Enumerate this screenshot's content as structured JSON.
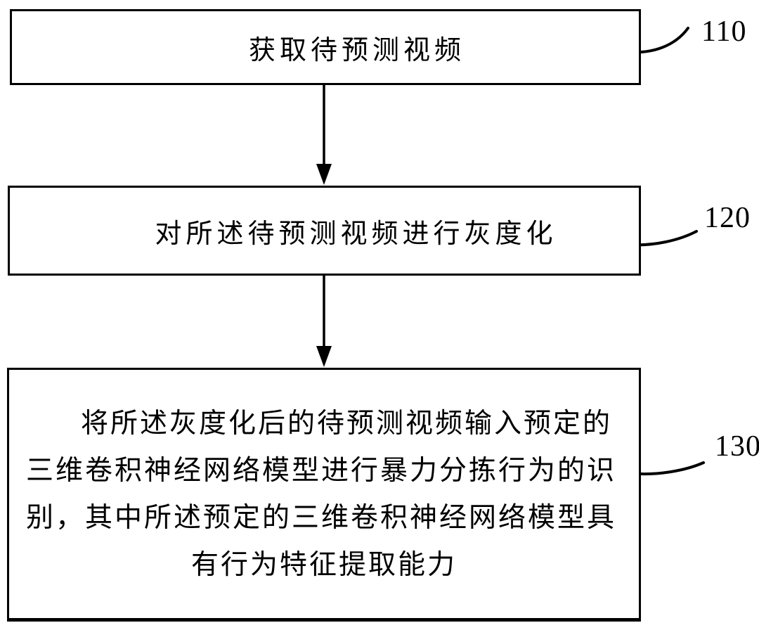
{
  "figure": {
    "type": "flowchart",
    "background_color": "#ffffff",
    "line_color": "#000000",
    "steps": [
      {
        "ref": "110",
        "label": "获取待预测视频"
      },
      {
        "ref": "120",
        "label": "对所述待预测视频进行灰度化"
      },
      {
        "ref": "130",
        "label": "将所述灰度化后的待预测视频输入预定的三维卷积神经网络模型进行暴力分拣行为的识别，其中所述预定的三维卷积神经网络模型具有行为特征提取能力",
        "lines": [
          "将所述灰度化后的待预测视频输入预定的",
          "三维卷积神经网络模型进行暴力分拣行为的识",
          "别，其中所述预定的三维卷积神经网络模型具",
          "有行为特征提取能力"
        ]
      }
    ]
  }
}
